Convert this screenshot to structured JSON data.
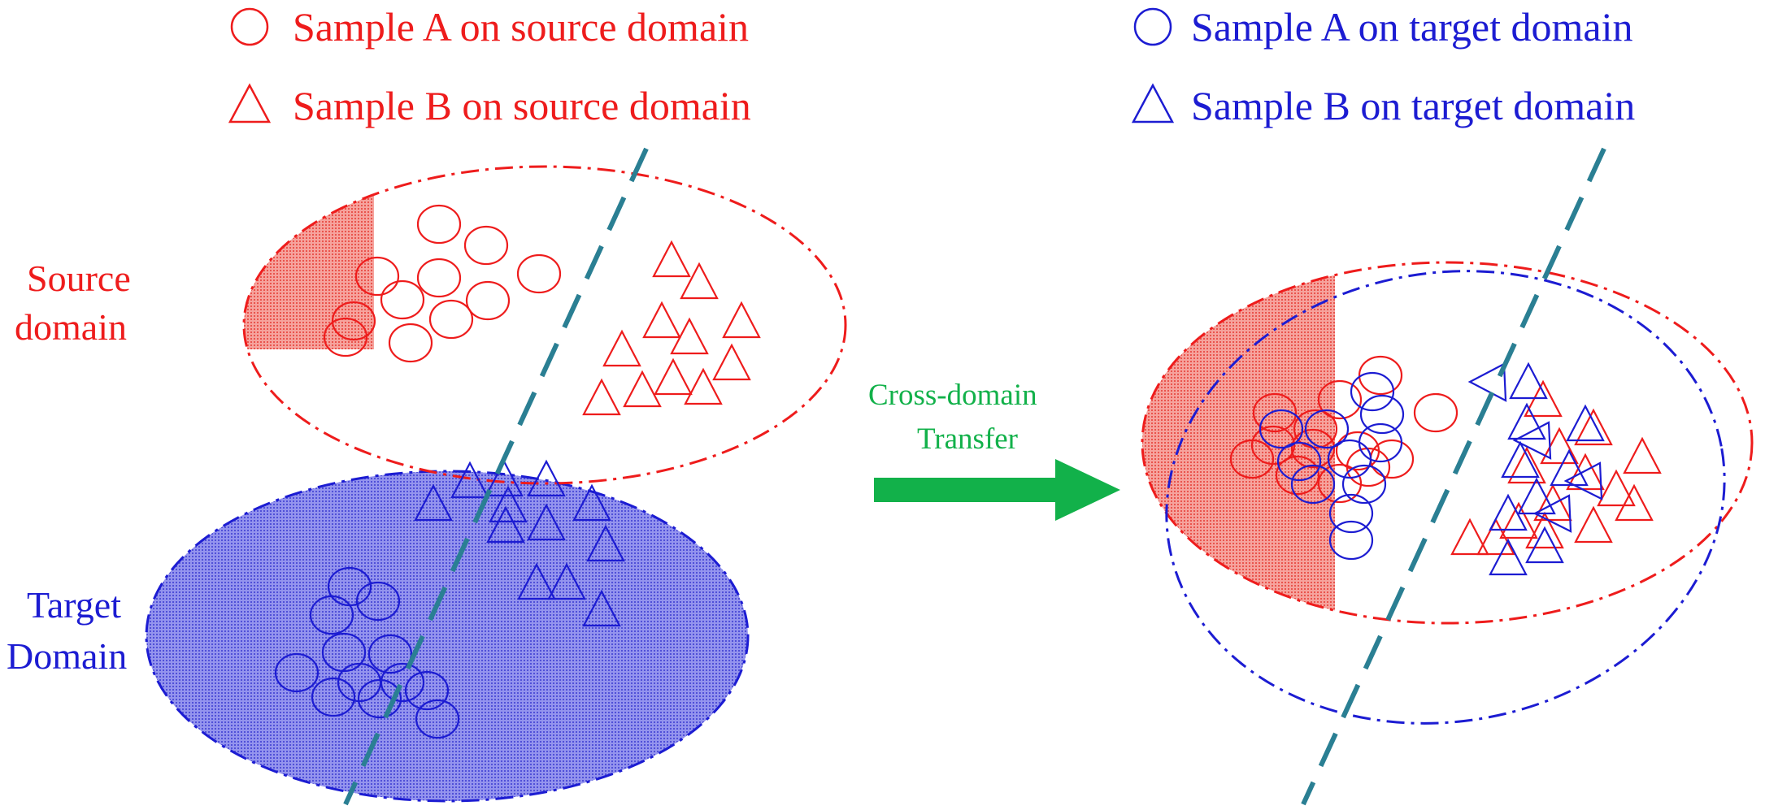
{
  "colors": {
    "source": "#ee1c1c",
    "target": "#1c1cd2",
    "boundary": "#2a7f93",
    "transfer": "#12b14a",
    "source_fill": "#f08a84",
    "target_fill": "#7e7ee6"
  },
  "legend": {
    "source_a": "Sample A on source domain",
    "source_b": "Sample B on source domain",
    "target_a": "Sample A on target domain",
    "target_b": "Sample B on target domain"
  },
  "labels": {
    "source_domain_line1": "Source",
    "source_domain_line2": "domain",
    "target_domain_line1": "Target",
    "target_domain_line2": "Domain"
  },
  "transfer": {
    "line1": "Cross-domain",
    "line2": "Transfer"
  },
  "icons": {
    "circle_marker": "circle-icon",
    "triangle_marker": "triangle-icon",
    "arrow": "arrow-right-icon"
  }
}
